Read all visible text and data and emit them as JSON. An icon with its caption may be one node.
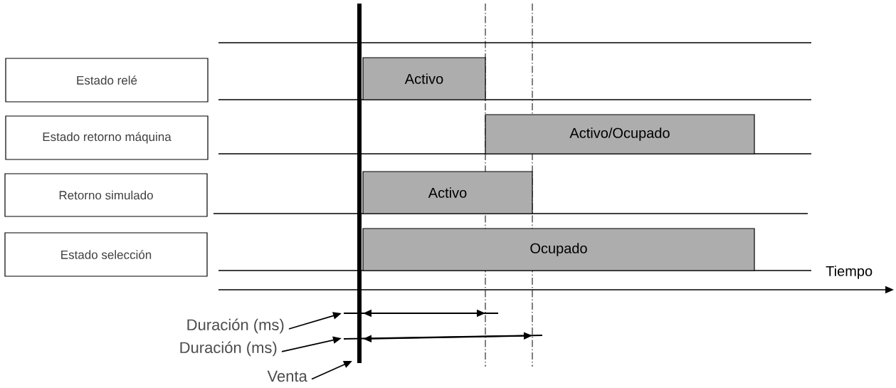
{
  "diagram": {
    "nodes": [
      {
        "text": [
          "Estado relé"
        ]
      },
      {
        "text": [
          "Estado retorno máquina"
        ]
      },
      {
        "text": [
          "Retorno simulado"
        ]
      },
      {
        "text": [
          "Estado selección"
        ]
      },
      {
        "text": [
          "Activo"
        ]
      },
      {
        "text": [
          "Activo/Ocupado"
        ]
      },
      {
        "text": [
          "Activo"
        ]
      },
      {
        "text": [
          "Ocupado"
        ]
      },
      {
        "text": [
          "Duración (ms)"
        ]
      },
      {
        "text": [
          "Duración (ms)"
        ]
      },
      {
        "text": [
          "Venta"
        ]
      }
    ],
    "edges": [
      {
        "from": 8,
        "to": null,
        "arrow": "to"
      },
      {
        "from": 9,
        "to": null,
        "arrow": "to"
      },
      {
        "from": 10,
        "to": null,
        "arrow": "to"
      }
    ],
    "labels": [
      "Tiempo"
    ]
  }
}
